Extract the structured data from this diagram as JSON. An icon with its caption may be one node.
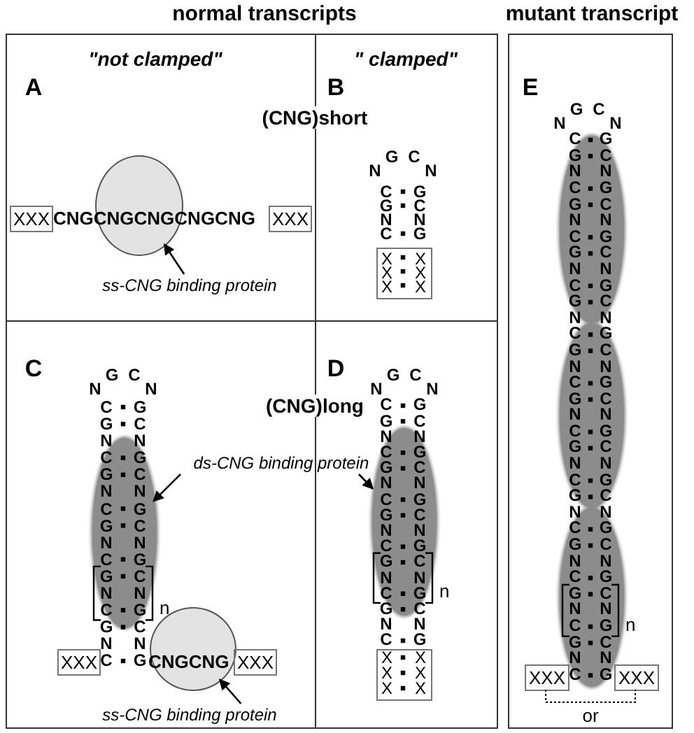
{
  "diagram": {
    "nodes": [
      {
        "text": [
          "\"not clamped\"",
          "A"
        ]
      },
      {
        "text": [
          "XXX"
        ],
        "in": 0
      },
      {
        "text": [],
        "shape": "circle",
        "in": 0
      },
      {
        "text": [
          "XXX"
        ],
        "in": 0
      },
      {
        "text": [
          "ss-CNG binding protein"
        ],
        "in": 0
      },
      {
        "text": [
          "\" clamped\"",
          "B"
        ]
      },
      {
        "text": [
          "XXX",
          "XXX"
        ],
        "in": 5
      },
      {
        "text": [
          "C"
        ]
      },
      {
        "text": [],
        "shape": "ellipse",
        "in": 7
      },
      {
        "text": [
          "ds-CNG binding protein"
        ]
      },
      {
        "text": [
          "XXX"
        ],
        "in": 7
      },
      {
        "text": [],
        "shape": "circle",
        "in": 7
      },
      {
        "text": [
          "XXX"
        ],
        "in": 7
      },
      {
        "text": [
          "ss-CNG binding protein"
        ],
        "in": 7
      },
      {
        "text": [
          "D"
        ]
      },
      {
        "text": [],
        "shape": "ellipse",
        "in": 14
      },
      {
        "text": [
          "XXX",
          "XXX"
        ],
        "in": 14
      },
      {
        "text": [
          "E"
        ]
      },
      {
        "text": [],
        "shape": "ellipse",
        "in": 17
      },
      {
        "text": [],
        "shape": "ellipse",
        "in": 17
      },
      {
        "text": [],
        "shape": "ellipse",
        "in": 17
      },
      {
        "text": [
          "XXX"
        ],
        "in": 17
      },
      {
        "text": [
          "XXX"
        ],
        "in": 17
      }
    ],
    "edges": [
      {
        "from": 4,
        "to": 2,
        "arrow": "to"
      },
      {
        "from": 9,
        "to": 8,
        "arrow": "to"
      },
      {
        "from": 9,
        "to": 15,
        "arrow": "to"
      },
      {
        "from": 13,
        "to": 11,
        "arrow": "to"
      },
      {
        "from": 21,
        "to": 22,
        "arrow": "none",
        "label": "or",
        "style": "dashed"
      }
    ],
    "labels": [
      "normal transcripts",
      "mutant transcript",
      "(CNG)short",
      "CNGCNGCNGCNGCNG",
      "NG CN",
      "CGNC",
      "GCNG",
      "(CNG)long",
      "NG CN",
      "CGNCGNCGNCGNCGNC",
      "GCNGCNGCNGCNGCNG",
      "n",
      "CNGCNG",
      "NG CN",
      "CGNCGNCGNCGNCGNC",
      "GCNGCNGCNGCNGCNG",
      "n",
      "NG CN",
      "CGNCGNCGNCGNCGNCGNCGNCGNCGNCGNCGNC",
      "GCNGCNGCNGCNGCNGCNGCNGCNGCNGCNGCNG",
      "n"
    ]
  }
}
